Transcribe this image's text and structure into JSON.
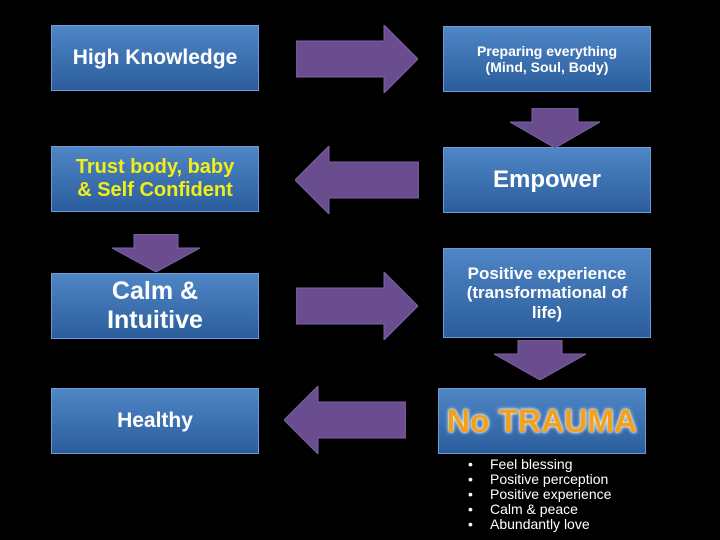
{
  "boxes": {
    "high_knowledge": "High Knowledge",
    "preparing_line1": "Preparing everything",
    "preparing_line2": "(Mind, Soul, Body)",
    "trust_line1": "Trust body, baby",
    "trust_line2": "& Self Confident",
    "empower": "Empower",
    "calm_line1": "Calm &",
    "calm_line2": "Intuitive",
    "positive_line1": "Positive experience",
    "positive_line2": "(transformational of",
    "positive_line3": "life)",
    "healthy": "Healthy",
    "no_trauma": "No TRAUMA"
  },
  "no_trauma_list": [
    "Feel blessing",
    "Positive perception",
    "Positive experience",
    "Calm & peace",
    "Abundantly love"
  ],
  "colors": {
    "background": "#000000",
    "box_fill": "#3f73b3",
    "arrow_fill": "#6a4d8f",
    "highlight_yellow": "#f2ee18",
    "no_trauma_orange": "#f3a01a"
  }
}
